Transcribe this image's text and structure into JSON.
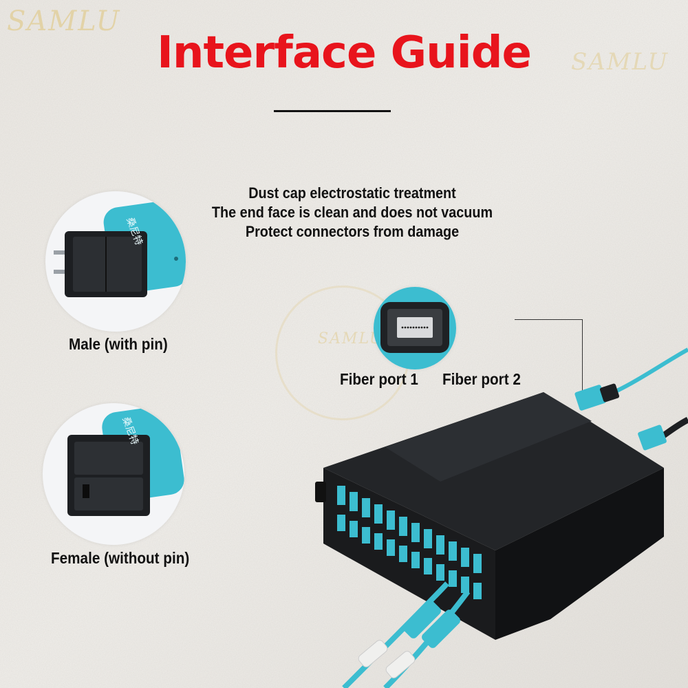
{
  "watermarks": {
    "brand_top_left": "SAMLU",
    "brand_top_right": "SAMLU",
    "brand_center": "SAMLU"
  },
  "title": "Interface Guide",
  "features": [
    "Dust cap electrostatic treatment",
    "The end face is clean and does not vacuum",
    "Protect connectors from damage"
  ],
  "connectors": {
    "male_label": "Male (with pin)",
    "female_label": "Female (without pin)"
  },
  "ports": {
    "port1_label": "Fiber port 1",
    "port2_label": "Fiber port 2"
  },
  "colors": {
    "title_red": "#e8141c",
    "aqua": "#3cbdd0",
    "cassette_black": "#1b1c1e"
  }
}
